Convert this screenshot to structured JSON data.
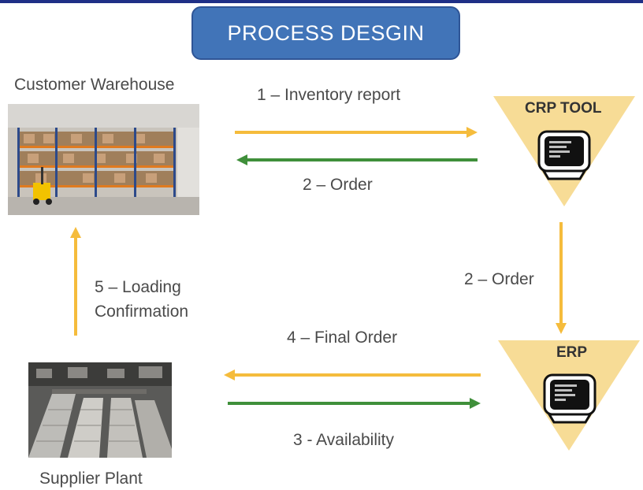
{
  "title": "PROCESS DESGIN",
  "nodes": {
    "customer_warehouse": "Customer Warehouse",
    "supplier_plant": "Supplier Plant",
    "crp_tool": "CRP TOOL",
    "erp": "ERP"
  },
  "flows": {
    "inventory_report": "1 – Inventory report",
    "order_top": "2 – Order",
    "order_right": "2 – Order",
    "final_order": "4 – Final Order",
    "availability": "3 - Availability",
    "loading_line1": "5 – Loading",
    "loading_line2": "Confirmation"
  },
  "colors": {
    "yellow_arrow": "#f5bc3c",
    "green_arrow": "#3f8f3a",
    "triangle": "#f7dc96",
    "title_bg": "#4174b8"
  },
  "icons": [
    "computer-monitor-icon",
    "computer-monitor-icon"
  ]
}
